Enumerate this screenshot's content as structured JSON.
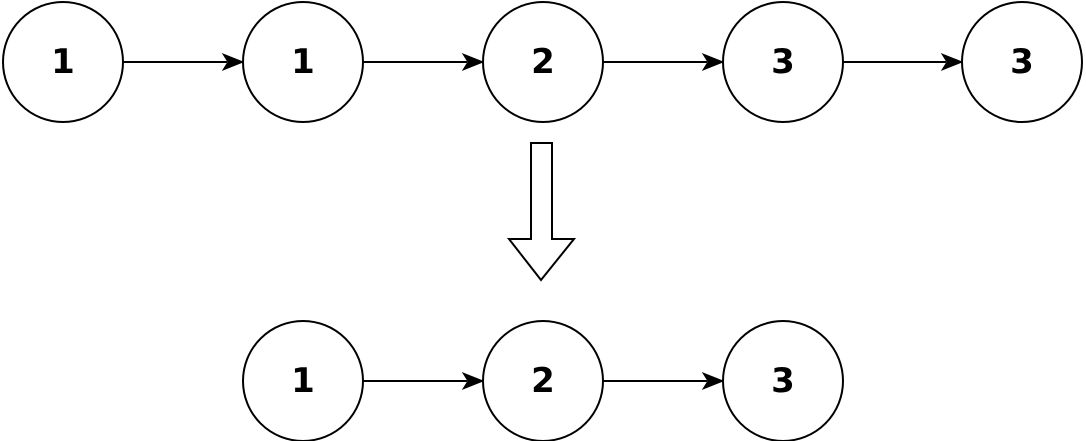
{
  "input_list": {
    "nodes": [
      "1",
      "1",
      "2",
      "3",
      "3"
    ]
  },
  "output_list": {
    "nodes": [
      "1",
      "2",
      "3"
    ]
  },
  "colors": {
    "stroke": "#000000",
    "fill": "#ffffff",
    "background": "#ffffff"
  },
  "icons": {
    "transform": "hollow-down-arrow-icon"
  }
}
